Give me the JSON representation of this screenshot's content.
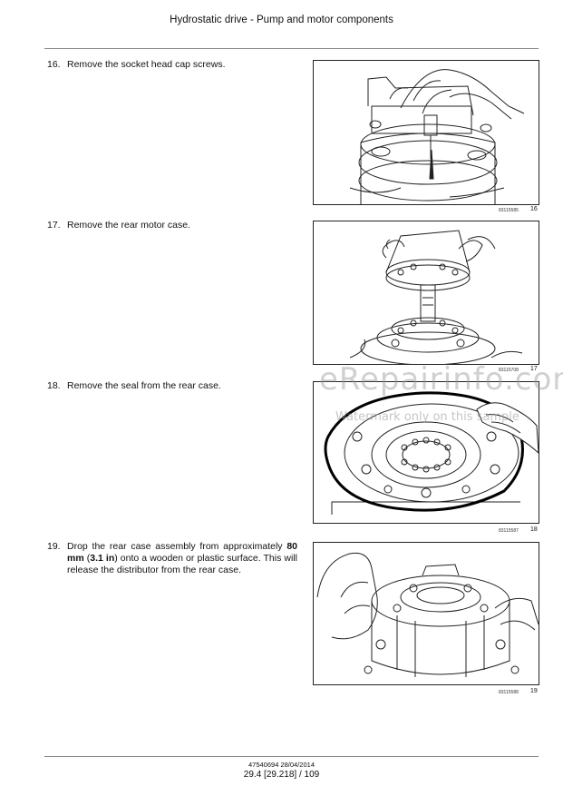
{
  "header": {
    "title": "Hydrostatic drive - Pump and motor components"
  },
  "steps": [
    {
      "num": "16.",
      "pre": "Remove the socket head cap screws.",
      "bold1": "",
      "mid": "",
      "bold2": "",
      "post": ""
    },
    {
      "num": "17.",
      "pre": "Remove the rear motor case.",
      "bold1": "",
      "mid": "",
      "bold2": "",
      "post": ""
    },
    {
      "num": "18.",
      "pre": "Remove the seal from the rear case.",
      "bold1": "",
      "mid": "",
      "bold2": "",
      "post": ""
    },
    {
      "num": "19.",
      "pre": "Drop the rear case assembly from approximately ",
      "bold1": "80 mm",
      "mid": " (",
      "bold2": "3.1 in",
      "post": ") onto a wooden or plastic surface. This will release the distributor from the rear case."
    }
  ],
  "figures": [
    {
      "code": "83115585",
      "num": "16"
    },
    {
      "code": "83115708",
      "num": "17"
    },
    {
      "code": "83115587",
      "num": "18"
    },
    {
      "code": "83115588",
      "num": "19"
    }
  ],
  "watermark": {
    "main": "eRepairinfo.com",
    "sub": "Watermark only on this sample"
  },
  "footer": {
    "doc": "47540694 28/04/2014",
    "page": "29.4 [29.218] / 109"
  }
}
